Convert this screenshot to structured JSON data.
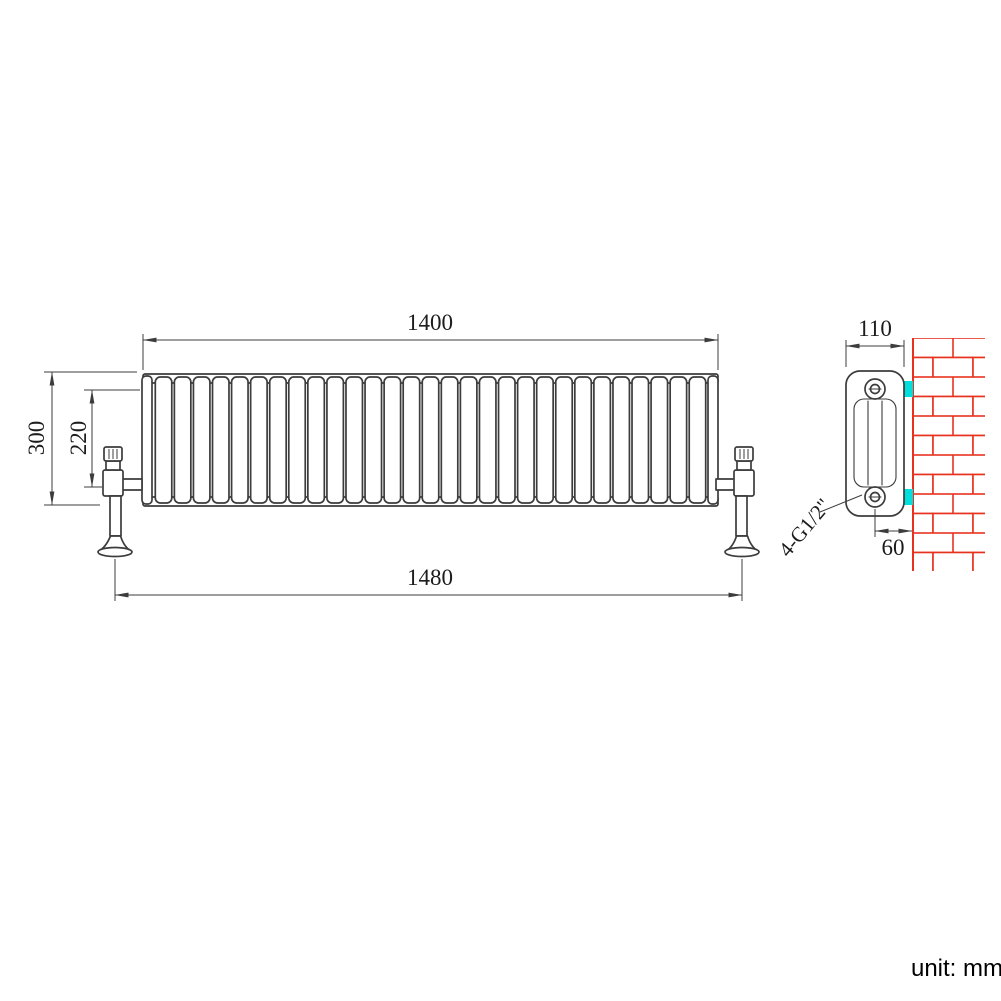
{
  "title": "radiator-dimension-drawing",
  "unit_label": "unit: mm",
  "dimensions": {
    "top_width": "1400",
    "bottom_width": "1480",
    "height": "300",
    "inner_height": "220",
    "side_depth": "110",
    "wall_offset": "60",
    "connection": "4-G1/2\""
  },
  "colors": {
    "line": "#3c3c3c",
    "dim": "#3c3c3c",
    "brick": "#e8321e",
    "connector": "#00dede"
  },
  "front_view": {
    "columns": 29
  }
}
